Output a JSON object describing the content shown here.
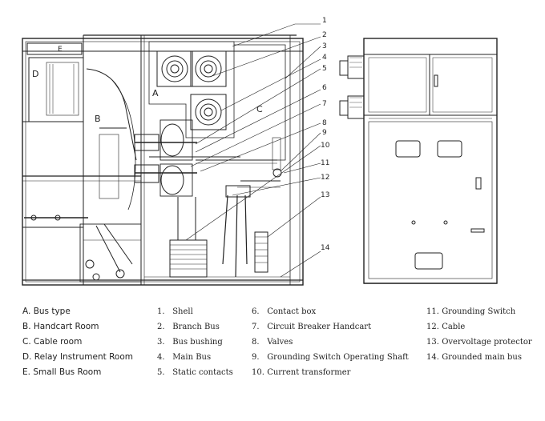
{
  "diagram": {
    "zone_labels": [
      {
        "key": "A",
        "text": "A"
      },
      {
        "key": "B",
        "text": "B"
      },
      {
        "key": "C",
        "text": "C"
      },
      {
        "key": "D",
        "text": "D"
      },
      {
        "key": "E",
        "text": "E"
      }
    ],
    "callout_numbers": [
      "1",
      "2",
      "3",
      "4",
      "5",
      "6",
      "7",
      "8",
      "9",
      "10",
      "11",
      "12",
      "13",
      "14"
    ]
  },
  "legend_letters": [
    {
      "letter": "A.",
      "text": "Bus type"
    },
    {
      "letter": "B.",
      "text": "Handcart Room"
    },
    {
      "letter": "C.",
      "text": "Cable room"
    },
    {
      "letter": "D.",
      "text": "Relay Instrument Room"
    },
    {
      "letter": "E.",
      "text": "Small Bus Room"
    }
  ],
  "legend_numbers_col1": [
    {
      "num": "1.",
      "text": "Shell"
    },
    {
      "num": "2.",
      "text": "Branch Bus"
    },
    {
      "num": "3.",
      "text": "Bus bushing"
    },
    {
      "num": "4.",
      "text": "Main Bus"
    },
    {
      "num": "5.",
      "text": "Static contacts"
    }
  ],
  "legend_numbers_col2": [
    {
      "num": "6.",
      "text": "Contact box"
    },
    {
      "num": "7.",
      "text": "Circuit Breaker Handcart"
    },
    {
      "num": "8.",
      "text": "Valves"
    },
    {
      "num": "9.",
      "text": "Grounding Switch Operating Shaft"
    },
    {
      "num": "10.",
      "text": "Current transformer"
    }
  ],
  "legend_numbers_col3": [
    {
      "num": "11.",
      "text": "Grounding Switch"
    },
    {
      "num": "12.",
      "text": "Cable"
    },
    {
      "num": "13.",
      "text": "Overvoltage protector"
    },
    {
      "num": "14.",
      "text": "Grounded main bus"
    }
  ]
}
